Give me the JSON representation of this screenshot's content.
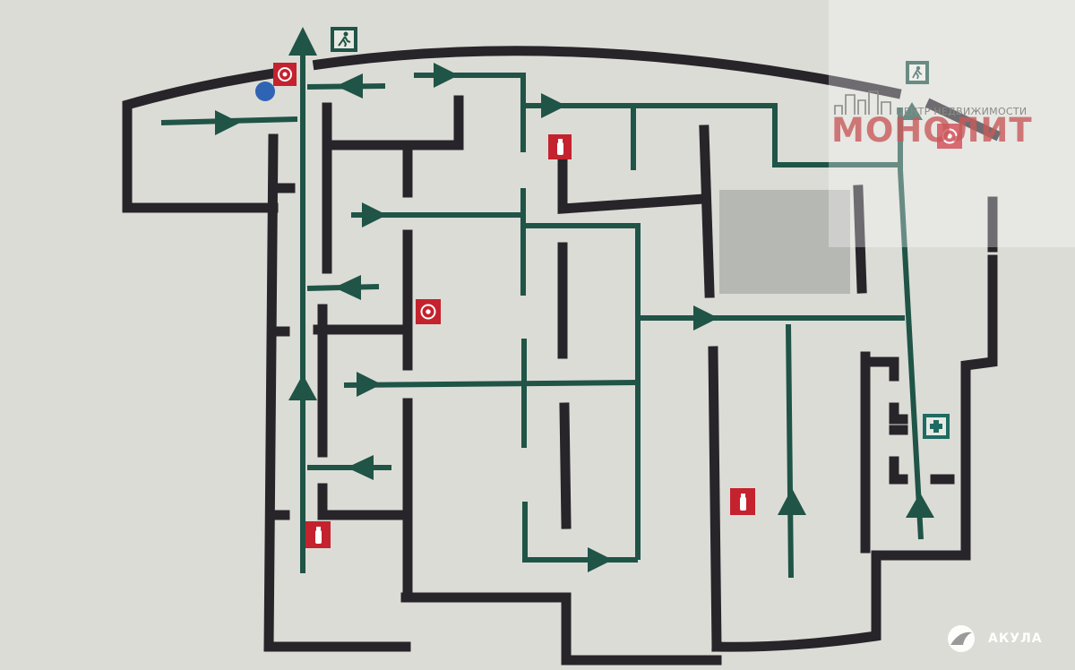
{
  "plan": {
    "colors": {
      "background": "#dcdcd6",
      "wall": "#27252a",
      "route": "#1f5447",
      "fire": "#c4222e",
      "exit_sign": "#1f5447",
      "first_aid": "#1e6b64",
      "you_are_here": "#2f64b4",
      "shaded_area": "#b6b8b4"
    },
    "icons": [
      "running-man-exit-icon",
      "fire-extinguisher-icon",
      "fire-alarm-icon",
      "first-aid-cross-icon",
      "you-are-here-marker",
      "direction-arrow-icon"
    ]
  },
  "watermark": {
    "subtitle": "ЦЕНТР НЕДВИЖИМОСТИ",
    "name": "МОНОЛИТ"
  },
  "badge": {
    "label": "АКУЛА"
  }
}
